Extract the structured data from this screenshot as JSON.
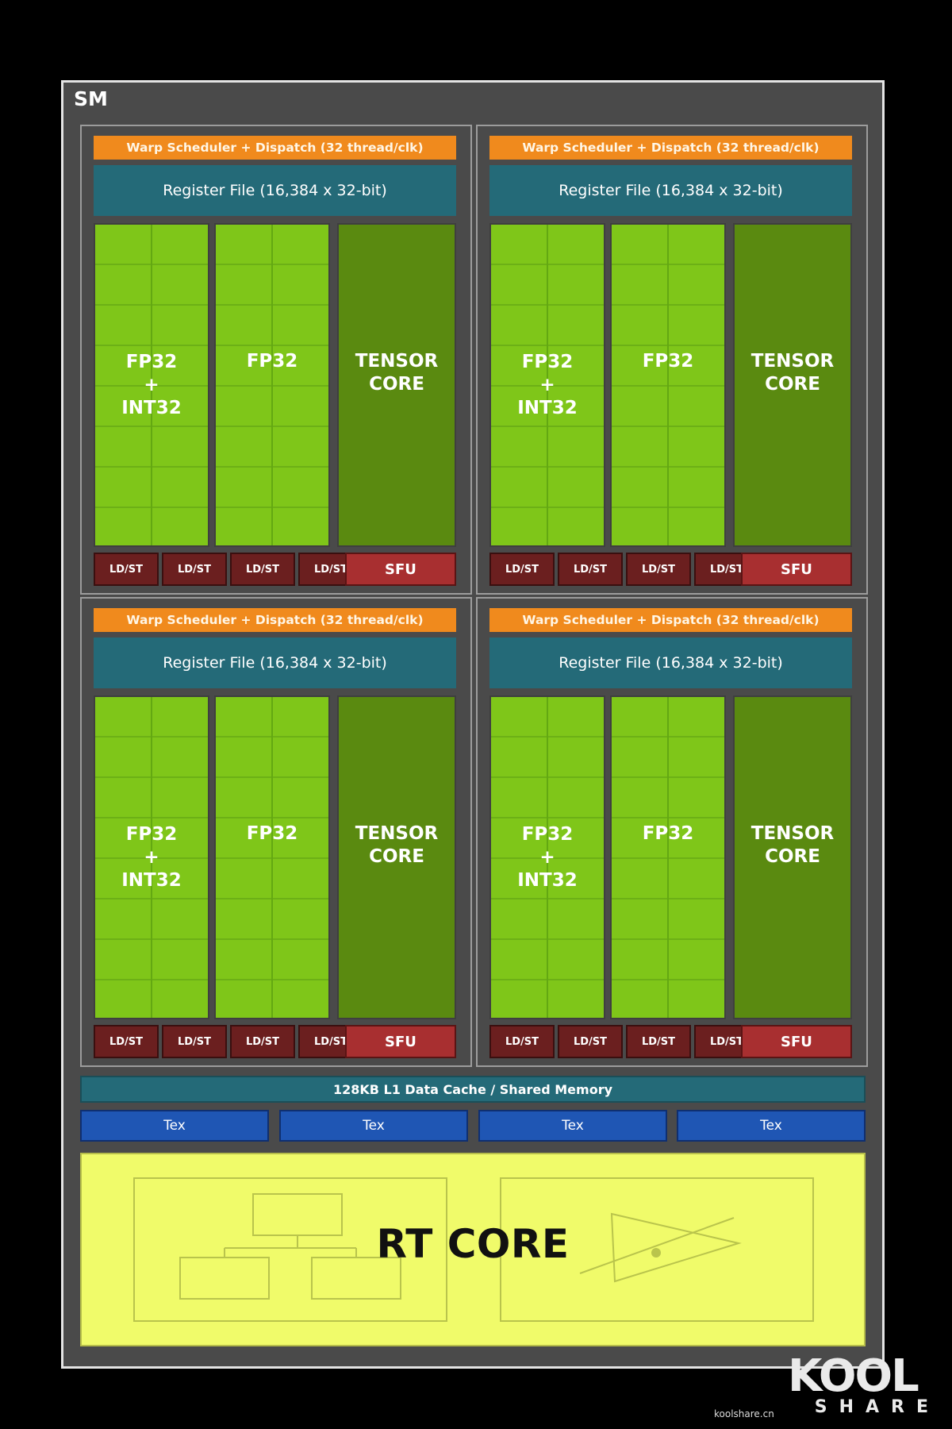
{
  "sm": {
    "label": "SM"
  },
  "quadrant": {
    "warp_scheduler": "Warp Scheduler + Dispatch (32 thread/clk)",
    "register_file": "Register File (16,384 x 32-bit)",
    "fp32_int32": "FP32\n+\nINT32",
    "fp32": "FP32",
    "tensor_core": "TENSOR\nCORE",
    "ldst": "LD/ST",
    "sfu": "SFU"
  },
  "l1_cache": "128KB L1 Data Cache / Shared Memory",
  "tex_units": [
    "Tex",
    "Tex",
    "Tex",
    "Tex"
  ],
  "rt_core": "RT CORE",
  "watermark": {
    "logo_text": "KOOL",
    "share": "SHARE",
    "site": "koolshare.cn"
  },
  "colors": {
    "warp": "#f08a1d",
    "register_file": "#246a78",
    "fp": "#7fc619",
    "tensor": "#5a8a10",
    "ldst": "#6b1f1f",
    "sfu": "#a82f30",
    "tex": "#1f56b4",
    "rt_core": "#f0fb6a"
  }
}
